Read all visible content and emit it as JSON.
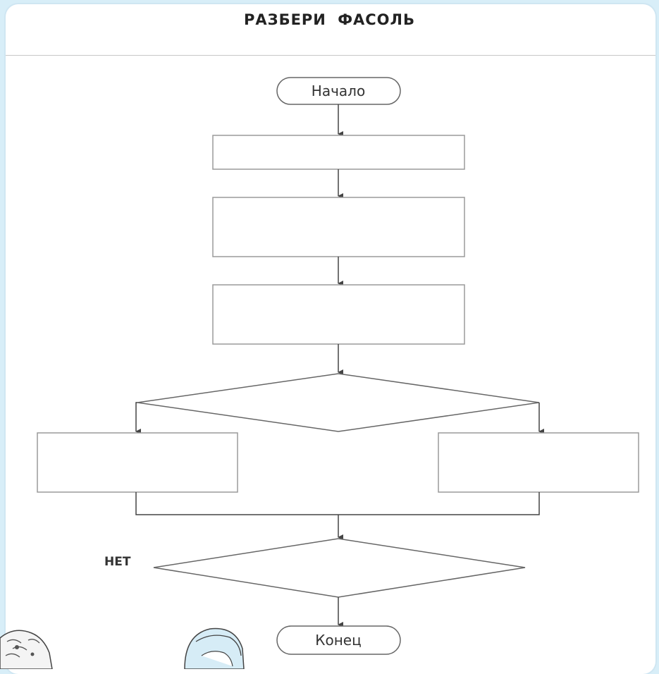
{
  "diagram": {
    "title": "РАЗБЕРИ ФАСОЛЬ",
    "start_label": "Начало",
    "end_label": "Конец",
    "loop_branch_label": "НЕТ",
    "empty_process_boxes": 5,
    "decisions": 2,
    "colors": {
      "background": "#d8eef8",
      "panel": "#ffffff",
      "stroke": "#555555",
      "box_border": "#9a9a9a"
    }
  }
}
